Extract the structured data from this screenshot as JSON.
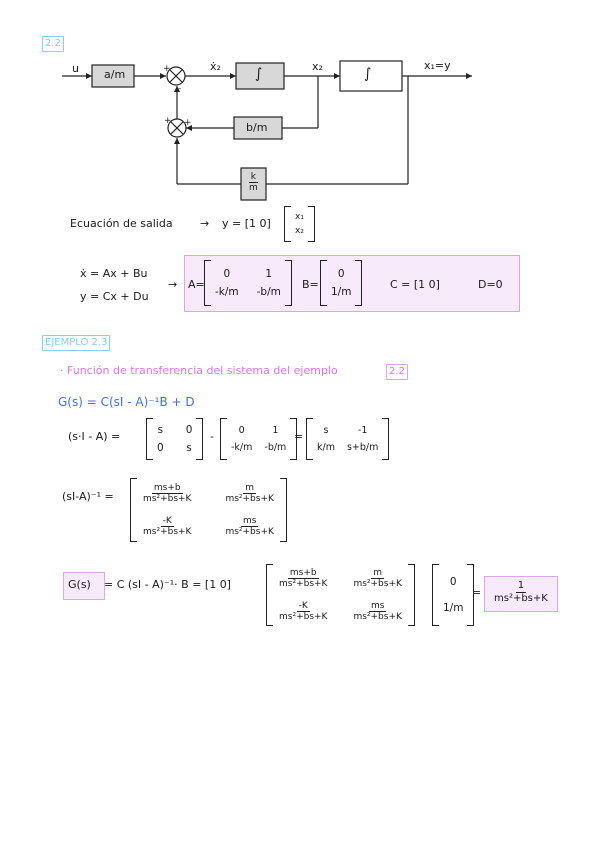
{
  "example_22_tag": "2.2",
  "diagram": {
    "input_label": "u",
    "gain1": "a/m",
    "sum1_signs": [
      "+",
      "-"
    ],
    "sum2_signs": [
      "+",
      "+"
    ],
    "x2_dot": "ẋ₂",
    "integrator1": "∫",
    "x2": "x₂",
    "integrator2": "∫",
    "output": "x₁=y",
    "feedback_b": "b/m",
    "feedback_k_num": "k",
    "feedback_k_den": "m"
  },
  "output_eq": {
    "label": "Ecuación de salida",
    "arrow": "→",
    "eq": "y = [1 0]",
    "vec": [
      "x₁",
      "x₂"
    ]
  },
  "state_space": {
    "eq1": "ẋ = Ax + Bu",
    "eq2": "y = Cx + Du",
    "arrow": "→",
    "A_label": "A=",
    "A": [
      [
        "0",
        "1"
      ],
      [
        "-k/m",
        "-b/m"
      ]
    ],
    "B_label": "B=",
    "B": [
      "0",
      "1/m"
    ],
    "C": "C = [1  0]",
    "D": "D=0"
  },
  "example_23_tag": "EJEMPLO 2.3",
  "intro": {
    "text": "· Función de transferencia del sistema del ejemplo",
    "ref": "2.2"
  },
  "gs_formula": "G(s) = C(sI - A)⁻¹B + D",
  "sIA": {
    "label": "(s·I - A) =",
    "m1": [
      [
        "s",
        "0"
      ],
      [
        "0",
        "s"
      ]
    ],
    "minus": "-",
    "m2": [
      [
        "0",
        "1"
      ],
      [
        "-k/m",
        "-b/m"
      ]
    ],
    "eq": "=",
    "m3": [
      [
        "s",
        "-1"
      ],
      [
        "k/m",
        "s+b/m"
      ]
    ]
  },
  "inverse": {
    "label": "(sI-A)⁻¹ =",
    "cells": [
      {
        "num": "ms+b",
        "den": "ms²+bs+K"
      },
      {
        "num": "m",
        "den": "ms²+bs+K"
      },
      {
        "num": "-K",
        "den": "ms²+bs+K"
      },
      {
        "num": "ms",
        "den": "ms²+bs+K"
      }
    ]
  },
  "final": {
    "gs": "G(s)",
    "expr": "= C (sI - A)⁻¹· B = [1   0]",
    "B": [
      "0",
      "1/m"
    ],
    "eq": "=",
    "result_num": "1",
    "result_den": "ms²+bs+K"
  }
}
